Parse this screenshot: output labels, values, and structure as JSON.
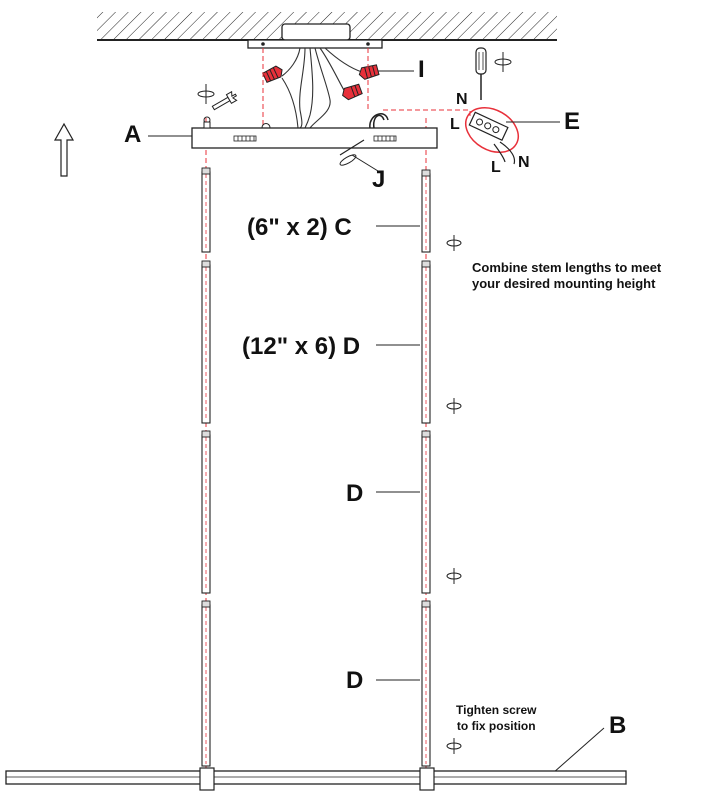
{
  "labels": {
    "A": "A",
    "B": "B",
    "C": "(6\" x 2) C",
    "D_first": "(12\" x 6) D",
    "D_second": "D",
    "D_third": "D",
    "E": "E",
    "I": "I",
    "J": "J",
    "N_top": "N",
    "L_top": "L",
    "L_bottom": "L",
    "N_bottom": "N"
  },
  "notes": {
    "combine_line1": "Combine stem lengths to meet",
    "combine_line2": "your desired mounting height",
    "tighten_line1": "Tighten screw",
    "tighten_line2": "to fix position"
  },
  "colors": {
    "wire_highlight": "#e8303a",
    "connector": "#e8303a",
    "line": "#222222"
  }
}
